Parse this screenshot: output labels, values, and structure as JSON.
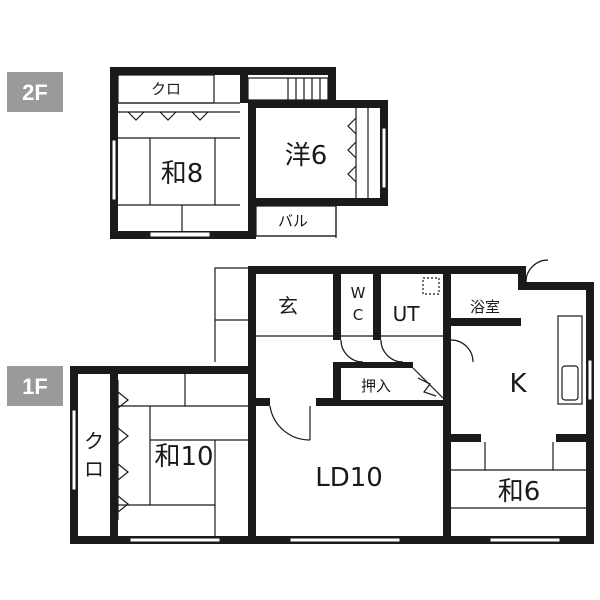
{
  "floors": {
    "f2": {
      "badge": "2F",
      "rooms": {
        "closet": "クロ",
        "washitsu": "和8",
        "youshitsu": "洋6",
        "balcony": "バル"
      }
    },
    "f1": {
      "badge": "1F",
      "rooms": {
        "closet_v1": "ク",
        "closet_v2": "ロ",
        "washitsu10": "和10",
        "entrance": "玄",
        "wc1": "W",
        "wc2": "C",
        "utility": "UT",
        "bath": "浴室",
        "kitchen": "K",
        "storage": "押入",
        "ld": "LD10",
        "washitsu6": "和6"
      }
    }
  }
}
